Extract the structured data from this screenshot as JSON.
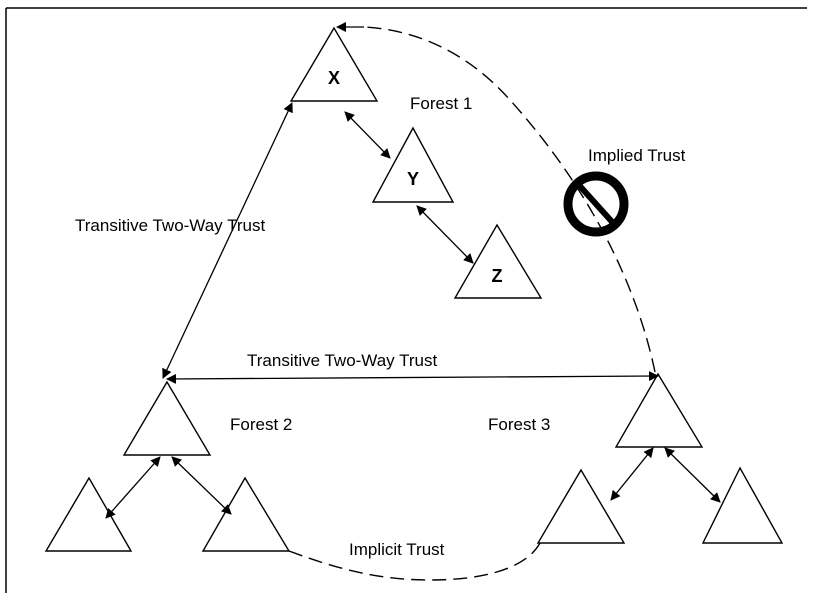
{
  "diagram": {
    "nodes": {
      "x": "X",
      "y": "Y",
      "z": "Z"
    },
    "labels": {
      "forest1": "Forest 1",
      "forest2": "Forest 2",
      "forest3": "Forest 3",
      "implied_trust": "Implied Trust",
      "transitive_vertical": "Transitive Two-Way Trust",
      "transitive_horizontal": "Transitive Two-Way Trust",
      "implicit_trust": "Implicit Trust"
    },
    "icons": {
      "no_trust": "prohibited-icon"
    }
  }
}
